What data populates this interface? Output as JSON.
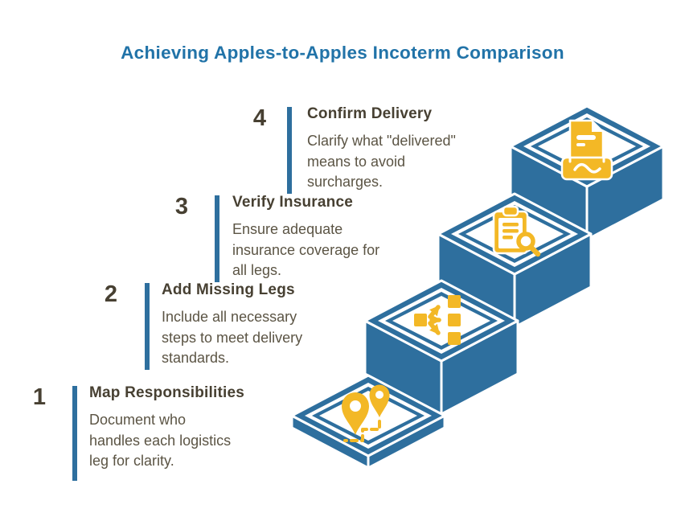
{
  "title": "Achieving Apples-to-Apples Incoterm Comparison",
  "colors": {
    "bg": "#ffffff",
    "title_blue": "#2173a8",
    "stair_blue": "#2e6f9e",
    "gold": "#f3b826",
    "heading": "#474032",
    "body_text": "#5b5444"
  },
  "steps": [
    {
      "number": "1",
      "title": "Map Responsibilities",
      "description": "Document who\nhandles each logistics\nleg for clarity.",
      "icon": "route-pins-icon"
    },
    {
      "number": "2",
      "title": "Add Missing Legs",
      "description": "Include all necessary\nsteps to meet delivery\nstandards.",
      "icon": "branch-arrows-icon"
    },
    {
      "number": "3",
      "title": "Verify Insurance",
      "description": "Ensure adequate\ninsurance coverage for\nall legs.",
      "icon": "clipboard-search-icon"
    },
    {
      "number": "4",
      "title": "Confirm Delivery",
      "description": "Clarify what \"delivered\"\nmeans to avoid\nsurcharges.",
      "icon": "document-handshake-icon"
    }
  ]
}
